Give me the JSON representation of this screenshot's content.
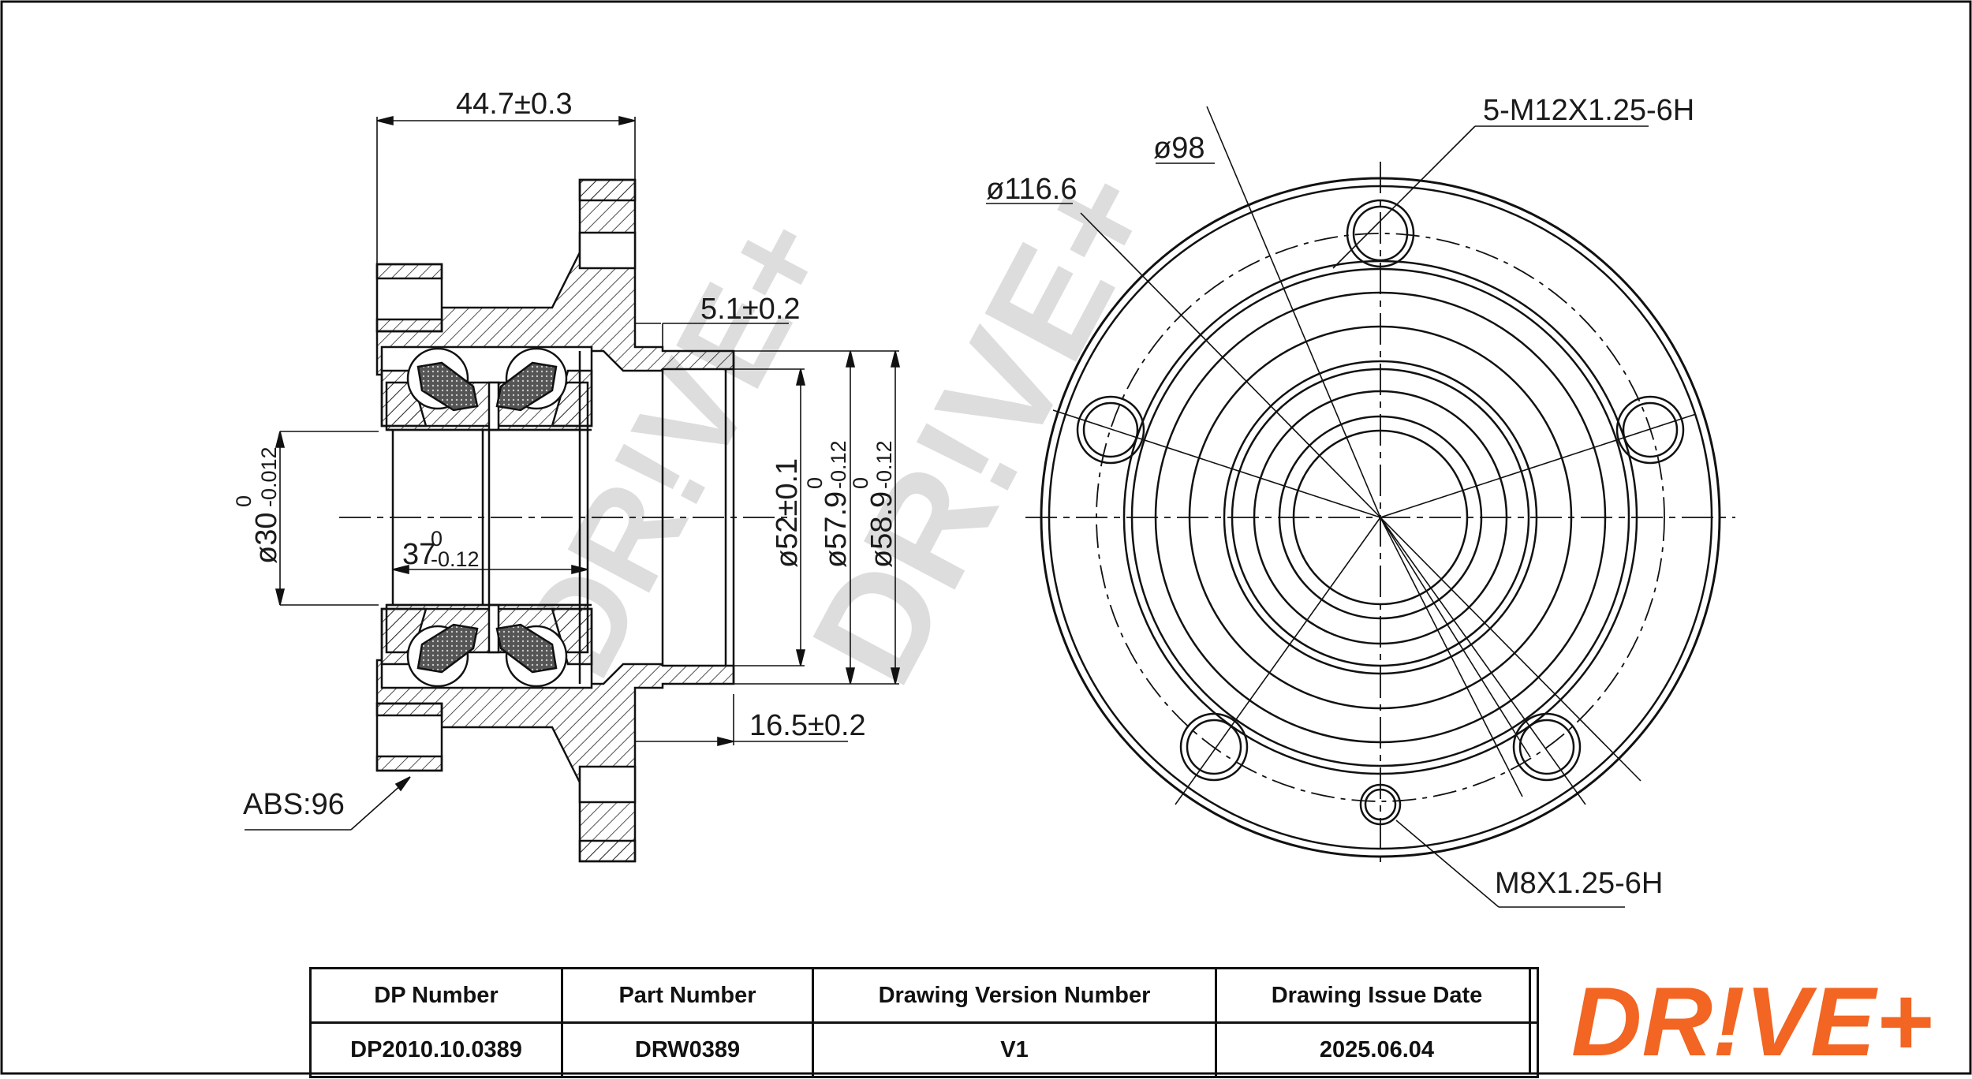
{
  "drawing": {
    "dimensions": {
      "width_total": "44.7±0.3",
      "flange_offset": "5.1±0.2",
      "spigot_length": "16.5±0.2",
      "bore_dia": "ø30",
      "bore_tol_upper": "0",
      "bore_tol_lower": "-0.012",
      "inner_width": "37",
      "inner_width_tol_upper": "0",
      "inner_width_tol_lower": "-0.12",
      "dia_52": "ø52±0.1",
      "dia_57": "ø57.9",
      "dia_57_tol_upper": "0",
      "dia_57_tol_lower": "-0.12",
      "dia_58": "ø58.9",
      "dia_58_tol_upper": "0",
      "dia_58_tol_lower": "-0.12",
      "abs": "ABS:96",
      "pcd_116": "ø116.6",
      "pcd_98": "ø98",
      "thread_main": "5-M12X1.25-6H",
      "thread_small": "M8X1.25-6H"
    },
    "watermark": "DR!VE+"
  },
  "title_block": {
    "headers": [
      "DP Number",
      "Part Number",
      "Drawing Version Number",
      "Drawing Issue Date"
    ],
    "values": [
      "DP2010.10.0389",
      "DRW0389",
      "V1",
      "2025.06.04"
    ],
    "logo_text": "DR!VE+",
    "logo_color": "#f26522"
  }
}
